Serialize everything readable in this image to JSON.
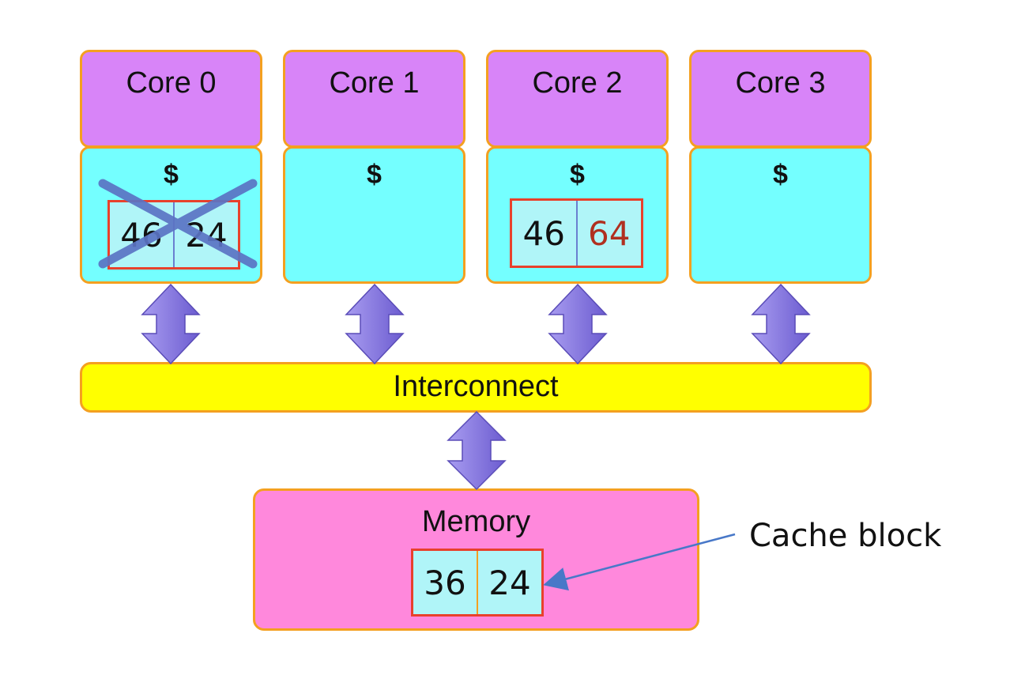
{
  "cores": [
    {
      "name": "Core 0",
      "cache_label": "$",
      "block": [
        "46",
        "24"
      ],
      "invalidated": true
    },
    {
      "name": "Core 1",
      "cache_label": "$",
      "block": null,
      "invalidated": false
    },
    {
      "name": "Core 2",
      "cache_label": "$",
      "block": [
        "46",
        "64"
      ],
      "invalidated": false
    },
    {
      "name": "Core 3",
      "cache_label": "$",
      "block": null,
      "invalidated": false
    }
  ],
  "interconnect": {
    "label": "Interconnect"
  },
  "memory": {
    "label": "Memory",
    "block": [
      "36",
      "24"
    ]
  },
  "annotation": {
    "label": "Cache block"
  },
  "colors": {
    "core": "#d884f8",
    "cache": "#74ffff",
    "border": "#f4a020",
    "interconnect": "#ffff00",
    "memory": "#ff88dc",
    "block_border": "#e8412c",
    "modified_value": "#b03020",
    "cross": "#5b74c4",
    "arrow": "#8878e0",
    "pointer": "#4878c8"
  },
  "icons": {
    "invalidated_mark": "x-cross-icon",
    "link": "double-arrow-icon"
  }
}
